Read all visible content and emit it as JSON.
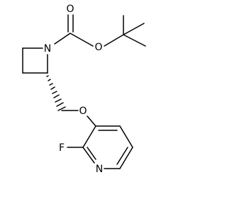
{
  "molecule": {
    "atoms": {
      "o_carbonyl": "O",
      "o_ester": "O",
      "n_ring": "N",
      "o_ether": "O",
      "fluorine": "F",
      "n_pyridine": "N"
    }
  },
  "colors": {
    "bond": "#000000",
    "background": "#ffffff"
  }
}
